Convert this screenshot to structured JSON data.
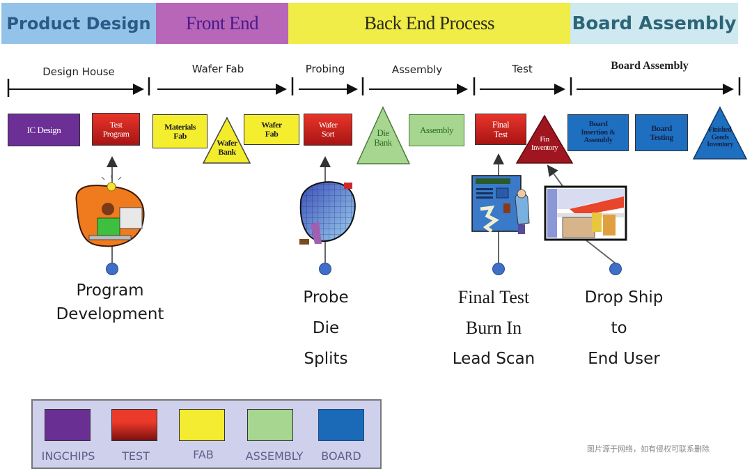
{
  "phases": [
    {
      "label": "Product Design",
      "color": "#93c3e8",
      "text_color": "#2c5a86"
    },
    {
      "label": "Front End",
      "color": "#b866b8",
      "text_color": "#4a1a8c"
    },
    {
      "label": "Back End Process",
      "color": "#f0ec48",
      "text_color": "#2a2a1a"
    },
    {
      "label": "Board Assembly",
      "color": "#cfe9f0",
      "text_color": "#2d6577"
    }
  ],
  "stages": [
    {
      "label": "Design House"
    },
    {
      "label": "Wafer Fab"
    },
    {
      "label": "Probing"
    },
    {
      "label": "Assembly"
    },
    {
      "label": "Test"
    },
    {
      "label": "Board Assembly"
    }
  ],
  "process_items": {
    "ic_design": "IC Design",
    "test_program": [
      "Test",
      "Program"
    ],
    "materials_fab": [
      "Materials",
      "Fab"
    ],
    "wafer_bank": [
      "Wafer",
      "Bank"
    ],
    "wafer_fab": [
      "Wafer",
      "Fab"
    ],
    "wafer_sort": [
      "Wafer",
      "Sort"
    ],
    "die_bank": [
      "Die",
      "Bank"
    ],
    "assembly": "Assembly",
    "final_test": [
      "Final",
      "Test"
    ],
    "fin_inventory": [
      "Fin",
      "Inventory"
    ],
    "board_insertion": [
      "Board",
      "Insertion &",
      "Assembly"
    ],
    "board_testing": [
      "Board",
      "Testing"
    ],
    "finished_goods": [
      "Finished",
      "Goods",
      "Inventory"
    ]
  },
  "callouts": [
    {
      "lines": [
        "Program",
        "Development"
      ]
    },
    {
      "lines": [
        "Probe",
        "Die",
        "Splits"
      ]
    },
    {
      "lines": [
        "Final Test",
        "Burn In",
        "Lead Scan"
      ]
    },
    {
      "lines": [
        "Drop Ship",
        "to",
        "End User"
      ]
    }
  ],
  "legend": [
    {
      "label": "INGCHIPS",
      "color": "#6a2f92"
    },
    {
      "label": "TEST",
      "color": "#d8301f"
    },
    {
      "label": "FAB",
      "color": "#f3ec30"
    },
    {
      "label": "ASSEMBLY",
      "color": "#a6d690"
    },
    {
      "label": "BOARD",
      "color": "#1a6ab8"
    }
  ],
  "watermark": "图片源于网络，如有侵权可联系删除"
}
